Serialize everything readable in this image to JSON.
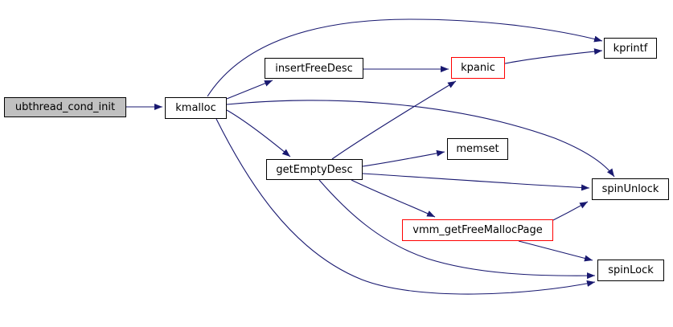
{
  "diagram": {
    "kind": "doxygen-call-graph",
    "colors": {
      "edge": "#191970",
      "node_border": "#000000",
      "truncated_node_border": "#ff0000",
      "root_node_fill": "#c0c0c0",
      "node_fill": "#ffffff",
      "background": "#ffffff"
    },
    "nodes": {
      "ubthread_cond_init": {
        "label": "ubthread_cond_init",
        "role": "root"
      },
      "kmalloc": {
        "label": "kmalloc",
        "role": "callee"
      },
      "insertFreeDesc": {
        "label": "insertFreeDesc",
        "role": "callee"
      },
      "kpanic": {
        "label": "kpanic",
        "role": "callee-truncated"
      },
      "kprintf": {
        "label": "kprintf",
        "role": "callee"
      },
      "getEmptyDesc": {
        "label": "getEmptyDesc",
        "role": "callee"
      },
      "memset": {
        "label": "memset",
        "role": "callee"
      },
      "spinUnlock": {
        "label": "spinUnlock",
        "role": "callee"
      },
      "vmm_getFreeMallocPage": {
        "label": "vmm_getFreeMallocPage",
        "role": "callee-truncated"
      },
      "spinLock": {
        "label": "spinLock",
        "role": "callee"
      }
    },
    "edges": [
      {
        "from": "ubthread_cond_init",
        "to": "kmalloc"
      },
      {
        "from": "kmalloc",
        "to": "insertFreeDesc"
      },
      {
        "from": "kmalloc",
        "to": "kprintf"
      },
      {
        "from": "kmalloc",
        "to": "getEmptyDesc"
      },
      {
        "from": "kmalloc",
        "to": "spinUnlock"
      },
      {
        "from": "kmalloc",
        "to": "spinLock"
      },
      {
        "from": "insertFreeDesc",
        "to": "kpanic"
      },
      {
        "from": "kpanic",
        "to": "kprintf"
      },
      {
        "from": "getEmptyDesc",
        "to": "kpanic"
      },
      {
        "from": "getEmptyDesc",
        "to": "memset"
      },
      {
        "from": "getEmptyDesc",
        "to": "spinUnlock"
      },
      {
        "from": "getEmptyDesc",
        "to": "vmm_getFreeMallocPage"
      },
      {
        "from": "getEmptyDesc",
        "to": "spinLock"
      },
      {
        "from": "vmm_getFreeMallocPage",
        "to": "spinUnlock"
      },
      {
        "from": "vmm_getFreeMallocPage",
        "to": "spinLock"
      }
    ]
  }
}
